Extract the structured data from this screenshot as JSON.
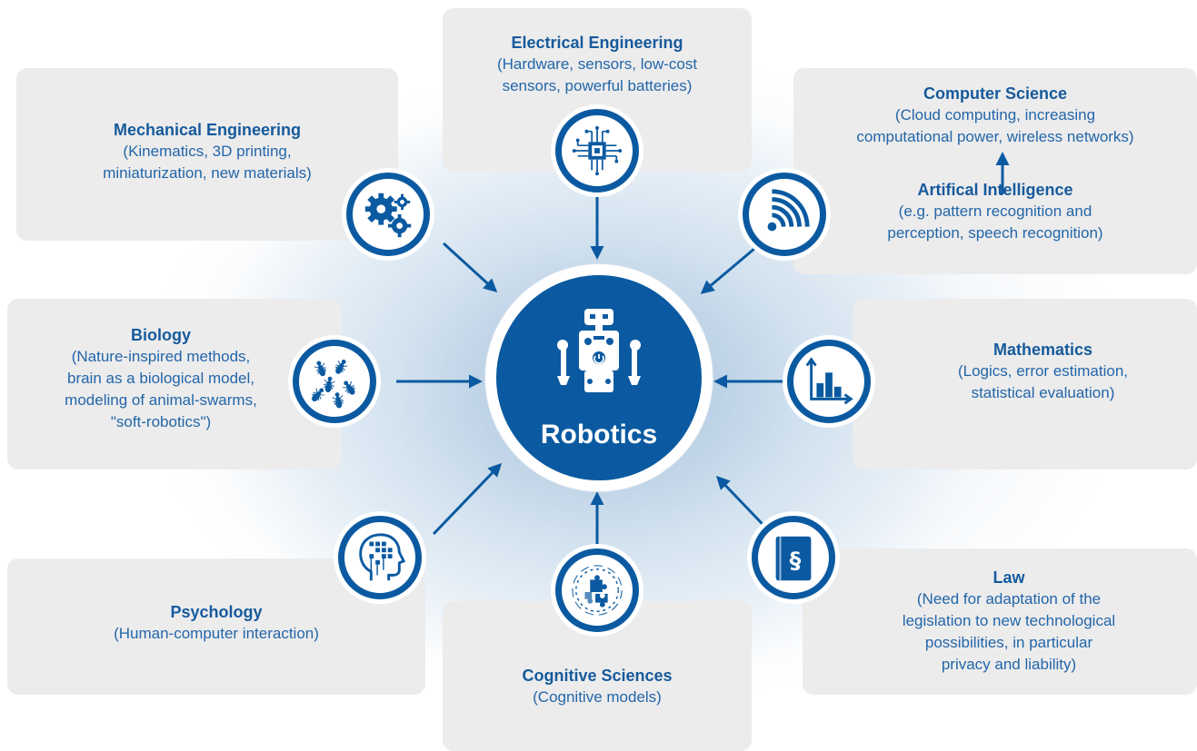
{
  "center": {
    "label": "Robotics"
  },
  "fields": {
    "electrical": {
      "title": "Electrical Engineering",
      "desc": "(Hardware, sensors, low-cost\nsensors, powerful batteries)"
    },
    "mechanical": {
      "title": "Mechanical Engineering",
      "desc": "(Kinematics, 3D printing,\nminiaturization, new materials)"
    },
    "computer": {
      "title": "Computer Science",
      "desc": "(Cloud computing, increasing\ncomputational power, wireless networks)"
    },
    "ai": {
      "title": "Artifical Intelligence",
      "desc": "(e.g. pattern recognition and\nperception, speech recognition)"
    },
    "biology": {
      "title": "Biology",
      "desc": "(Nature-inspired methods,\nbrain as a biological model,\nmodeling of animal-swarms,\n\"soft-robotics\")"
    },
    "mathematics": {
      "title": "Mathematics",
      "desc": "(Logics, error estimation,\nstatistical evaluation)"
    },
    "psychology": {
      "title": "Psychology",
      "desc": "(Human-computer interaction)"
    },
    "cognitive": {
      "title": "Cognitive Sciences",
      "desc": "(Cognitive models)"
    },
    "law": {
      "title": "Law",
      "desc": "(Need for adaptation of the\nlegislation to new technological\npossibilities, in particular\nprivacy and liability)"
    }
  },
  "icons": {
    "electrical": "microchip-icon",
    "mechanical": "gears-icon",
    "ai": "wireless-signal-icon",
    "biology": "ants-swarm-icon",
    "mathematics": "bar-chart-icon",
    "psychology": "head-circuit-icon",
    "cognitive": "puzzle-icon",
    "law": "law-book-paragraph-icon",
    "center": "robot-icon"
  },
  "colors": {
    "primary": "#0b5aa1",
    "box_bg": "#ececed",
    "text": "#1f5fa0"
  }
}
